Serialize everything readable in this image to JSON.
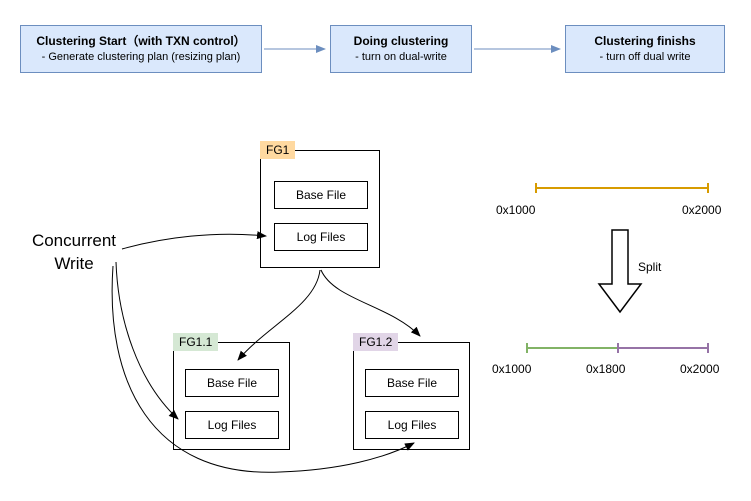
{
  "flow": {
    "steps": [
      {
        "title": "Clustering Start（with TXN control）",
        "subtitle": "- Generate clustering plan (resizing plan)"
      },
      {
        "title": "Doing clustering",
        "subtitle": "- turn on dual-write"
      },
      {
        "title": "Clustering finishs",
        "subtitle": "- turn off dual write"
      }
    ]
  },
  "labels": {
    "concurrent_write_line1": "Concurrent",
    "concurrent_write_line2": "Write",
    "split": "Split"
  },
  "file_groups": {
    "fg1": {
      "name": "FG1",
      "base": "Base File",
      "log": "Log Files"
    },
    "fg11": {
      "name": "FG1.1",
      "base": "Base File",
      "log": "Log Files"
    },
    "fg12": {
      "name": "FG1.2",
      "base": "Base File",
      "log": "Log Files"
    }
  },
  "ranges": {
    "top": {
      "start_label": "0x1000",
      "end_label": "0x2000"
    },
    "bottom": {
      "start_label": "0x1000",
      "mid_label": "0x1800",
      "end_label": "0x2000"
    }
  },
  "colors": {
    "flow_fill": "#dae8fc",
    "flow_border": "#6c8ebf",
    "fg1_label": "#ffd9a0",
    "fg11_label": "#d5e8d4",
    "fg12_label": "#e1d5e7",
    "range_top": "#d79b00",
    "range_green": "#82b366",
    "range_purple": "#9673a6",
    "arrow_black": "#000000"
  }
}
